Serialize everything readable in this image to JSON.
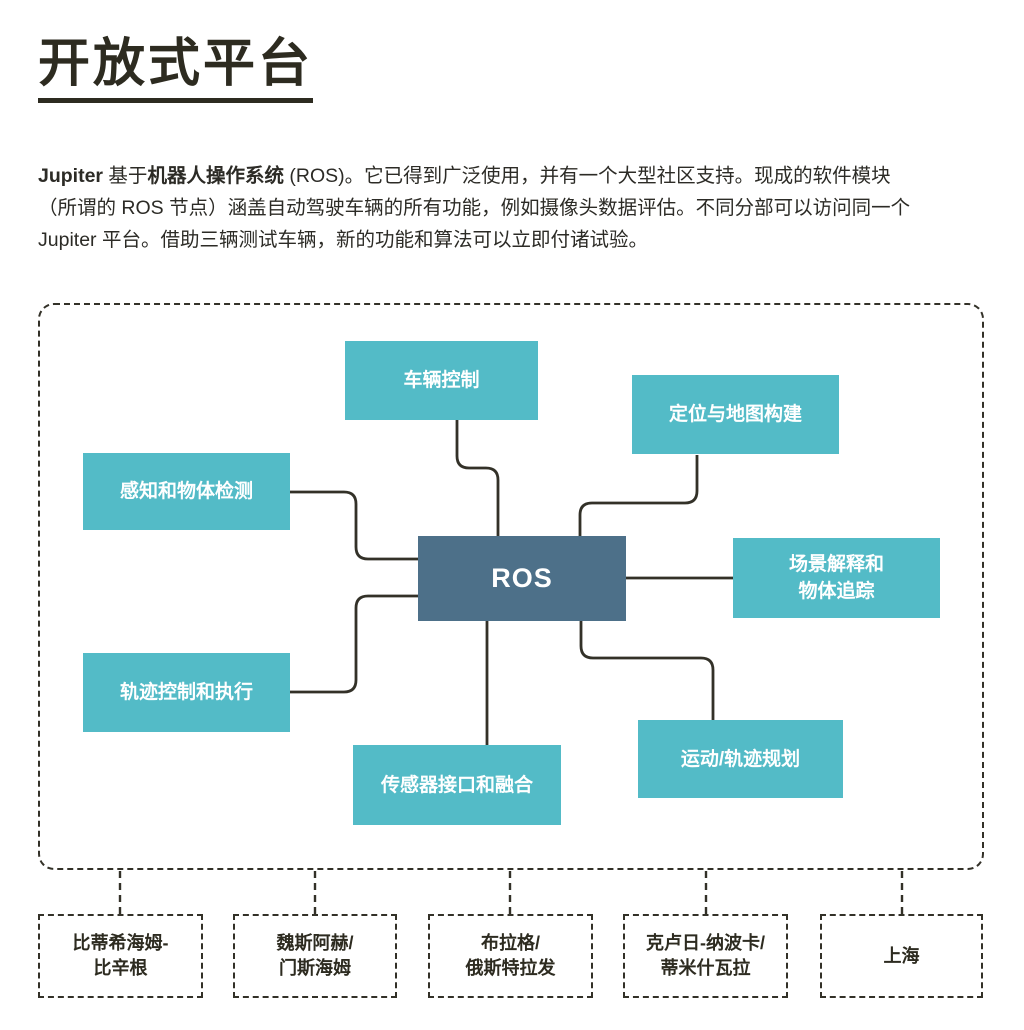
{
  "header": {
    "title": "开放式平台"
  },
  "intro": {
    "bold1": "Jupiter",
    "text1": " 基于",
    "bold2": "机器人操作系统",
    "text2": " (ROS)。它已得到广泛使用，并有一个大型社区支持。现成的软件模块",
    "line2": "（所谓的 ROS 节点）涵盖自动驾驶车辆的所有功能，例如摄像头数据评估。不同分部可以访问同一个",
    "line3": "Jupiter 平台。借助三辆测试车辆，新的功能和算法可以立即付诸试验。"
  },
  "diagram": {
    "nodes": {
      "vehicle_control": "车辆控制",
      "localization_mapping": "定位与地图构建",
      "perception_object_detection": "感知和物体检测",
      "ros": "ROS",
      "scene_interpretation": "场景解释和\n物体追踪",
      "trajectory_control": "轨迹控制和执行",
      "sensor_interface": "传感器接口和融合",
      "motion_planning": "运动/轨迹规划"
    },
    "locations": [
      "比蒂希海姆-\n比辛根",
      "魏斯阿赫/\n门斯海姆",
      "布拉格/\n俄斯特拉发",
      "克卢日-纳波卡/\n蒂米什瓦拉",
      "上海"
    ]
  },
  "colors": {
    "teal": "#53bbc7",
    "slate_blue": "#4d7089",
    "line_dark": "#333128",
    "text_dark": "#2d2b20",
    "background": "#ffffff"
  }
}
